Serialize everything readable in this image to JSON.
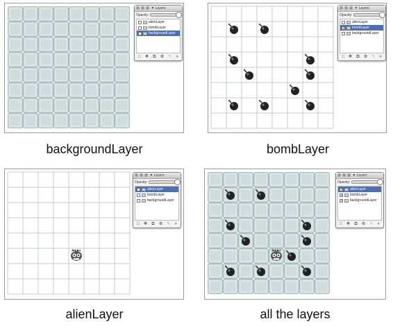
{
  "captions": {
    "background": "backgroundLayer",
    "bomb": "bombLayer",
    "alien": "alienLayer",
    "all": "all the layers"
  },
  "panel": {
    "title": "▼ Layers",
    "opacity_label": "Opacity:",
    "layers": [
      "alienLayer",
      "bombLayer",
      "backgroundLayer"
    ],
    "toolbar_icons": [
      "new-layer-icon",
      "move-layer-icon",
      "duplicate-layer-icon",
      "layer-settings-icon",
      "trash-icon",
      "expand-icon"
    ]
  },
  "panels": {
    "background": {
      "selected": 2,
      "checked": [
        false,
        false,
        false
      ]
    },
    "bomb": {
      "selected": 1,
      "checked": [
        false,
        true,
        false
      ]
    },
    "alien": {
      "selected": 0,
      "checked": [
        false,
        false,
        false
      ]
    },
    "all": {
      "selected": 0,
      "checked": [
        true,
        true,
        true
      ]
    }
  },
  "colors": {
    "grid_line": "#b8cdd8",
    "tile_fill": "#cfdcdd",
    "tile_border": "#a9bcc0",
    "selection": "#4b6fb5",
    "bomb": "#222222"
  }
}
